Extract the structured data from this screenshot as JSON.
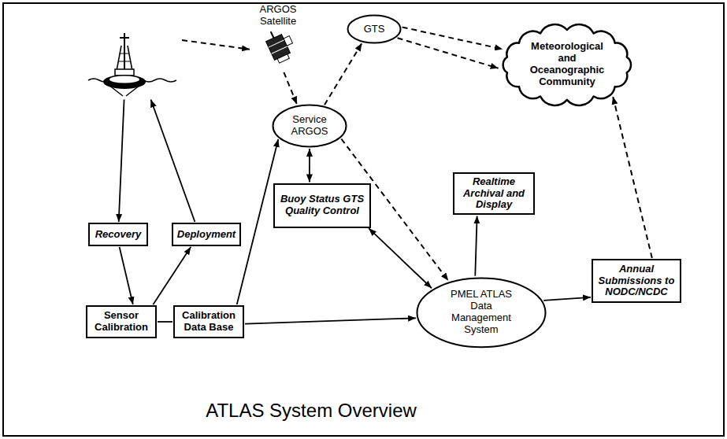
{
  "diagram": {
    "title": "ATLAS System Overview",
    "nodes": [
      {
        "text": [
          "ARGOS Satellite"
        ]
      },
      {
        "text": []
      },
      {
        "text": [
          "GTS"
        ]
      },
      {
        "text": [
          "Meteorological and Oceanographic Community"
        ]
      },
      {
        "text": [
          "Service ARGOS"
        ]
      },
      {
        "text": [
          "Buoy Status GTS Quality Control"
        ]
      },
      {
        "text": [
          "Realtime Archival and Display"
        ]
      },
      {
        "text": [
          "Recovery"
        ]
      },
      {
        "text": [
          "Deployment"
        ]
      },
      {
        "text": [
          "PMEL ATLAS Data Management System"
        ]
      },
      {
        "text": [
          "Annual Submissions to NODC/NCDC"
        ]
      },
      {
        "text": [
          "Sensor Calibration"
        ]
      },
      {
        "text": [
          "Calibration Data Base"
        ]
      }
    ],
    "edges": [
      {
        "from": 1,
        "to": 0,
        "arrow": "to"
      },
      {
        "from": 0,
        "to": 4,
        "arrow": "to"
      },
      {
        "from": 4,
        "to": 2,
        "arrow": "to"
      },
      {
        "from": 2,
        "to": 3,
        "arrow": "to"
      },
      {
        "from": 2,
        "to": 3,
        "arrow": "to"
      },
      {
        "from": 4,
        "to": 5,
        "arrow": "both"
      },
      {
        "from": 4,
        "to": 9,
        "arrow": "to"
      },
      {
        "from": 5,
        "to": 9,
        "arrow": "both"
      },
      {
        "from": 9,
        "to": 6,
        "arrow": "to"
      },
      {
        "from": 9,
        "to": 10,
        "arrow": "to"
      },
      {
        "from": 10,
        "to": 3,
        "arrow": "to"
      },
      {
        "from": 1,
        "to": 7,
        "arrow": "to"
      },
      {
        "from": 8,
        "to": 1,
        "arrow": "to"
      },
      {
        "from": 7,
        "to": 11,
        "arrow": "to"
      },
      {
        "from": 11,
        "to": 8,
        "arrow": "to"
      },
      {
        "from": 11,
        "to": 12,
        "arrow": "none"
      },
      {
        "from": 12,
        "to": 4,
        "arrow": "to"
      },
      {
        "from": 12,
        "to": 9,
        "arrow": "to"
      }
    ]
  }
}
